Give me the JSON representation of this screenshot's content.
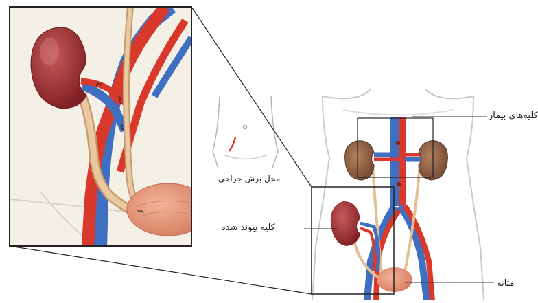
{
  "labels": {
    "diseased_kidneys": "کلیه‌های بیمار",
    "transplanted_kidney": "کلیه پیوند شده",
    "bladder": "مثانه",
    "incision_site": "محل برش جراحی"
  },
  "colors": {
    "artery": "#d9392b",
    "vein": "#3e6fc1",
    "ureter": "#e3bf93",
    "diseased_kidney": "#9a6a4a",
    "healthy_kidney": "#9e2c2c",
    "bladder": "#e49478",
    "outline": "#222222",
    "body_outline": "#c9c9c9"
  }
}
